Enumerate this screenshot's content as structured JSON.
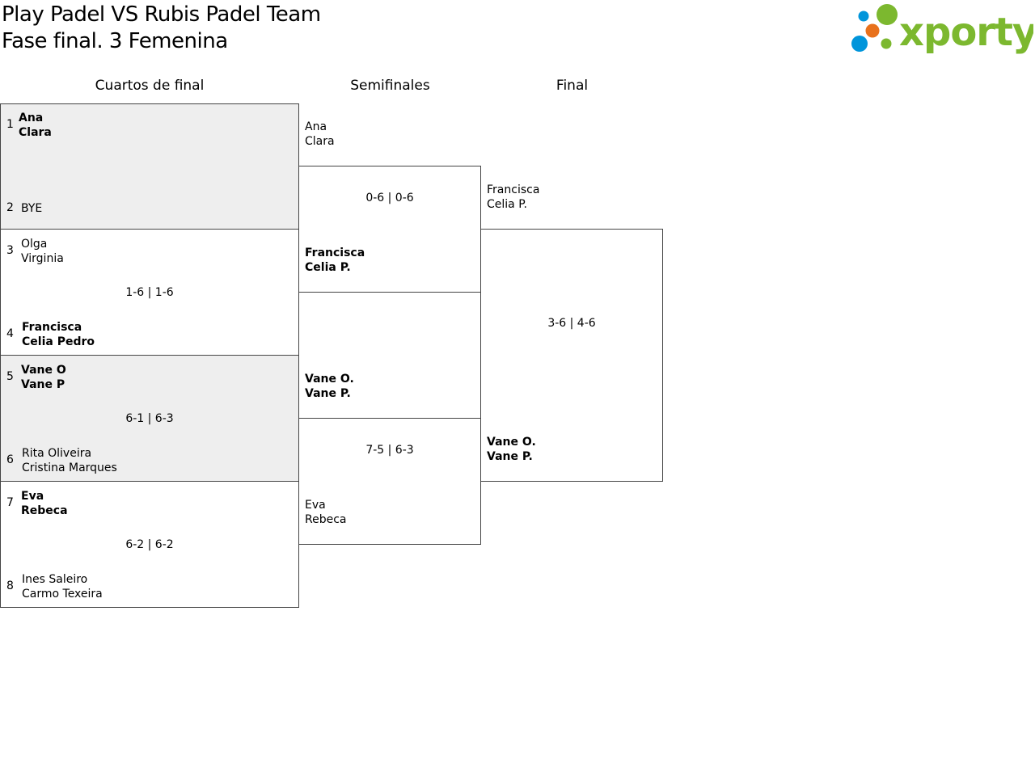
{
  "title": {
    "line1": "Play Padel VS Rubis Padel Team",
    "line2": "Fase final. 3 Femenina"
  },
  "logo": {
    "text": "xporty",
    "colors": {
      "green": "#7cb82f",
      "blue": "#0095db",
      "orange": "#e8711c"
    }
  },
  "rounds": [
    "Cuartos de final",
    "Semifinales",
    "Final"
  ],
  "quarterfinals": [
    {
      "score": "",
      "top": {
        "seed": "1",
        "p1": "Ana",
        "p2": "Clara",
        "winner": true
      },
      "bottom": {
        "seed": "2",
        "p1": "BYE",
        "p2": "",
        "winner": false
      }
    },
    {
      "score": "1-6 | 1-6",
      "top": {
        "seed": "3",
        "p1": "Olga",
        "p2": "Virginia",
        "winner": false
      },
      "bottom": {
        "seed": "4",
        "p1": "Francisca",
        "p2": "Celia Pedro",
        "winner": true
      }
    },
    {
      "score": "6-1 | 6-3",
      "top": {
        "seed": "5",
        "p1": "Vane O",
        "p2": "Vane P",
        "winner": true
      },
      "bottom": {
        "seed": "6",
        "p1": "Rita Oliveira",
        "p2": "Cristina Marques",
        "winner": false
      }
    },
    {
      "score": "6-2 | 6-2",
      "top": {
        "seed": "7",
        "p1": "Eva",
        "p2": "Rebeca",
        "winner": true
      },
      "bottom": {
        "seed": "8",
        "p1": "Ines Saleiro",
        "p2": "Carmo Texeira",
        "winner": false
      }
    }
  ],
  "semifinals": [
    {
      "score": "0-6 | 0-6",
      "top": {
        "p1": "Ana",
        "p2": "Clara",
        "winner": false
      },
      "bottom": {
        "p1": "Francisca",
        "p2": "Celia P.",
        "winner": true
      }
    },
    {
      "score": "7-5 | 6-3",
      "top": {
        "p1": "Vane O.",
        "p2": "Vane P.",
        "winner": true
      },
      "bottom": {
        "p1": "Eva",
        "p2": "Rebeca",
        "winner": false
      }
    }
  ],
  "final": {
    "score": "3-6 | 4-6",
    "top": {
      "p1": "Francisca",
      "p2": "Celia P.",
      "winner": false
    },
    "bottom": {
      "p1": "Vane O.",
      "p2": "Vane P.",
      "winner": true
    }
  }
}
